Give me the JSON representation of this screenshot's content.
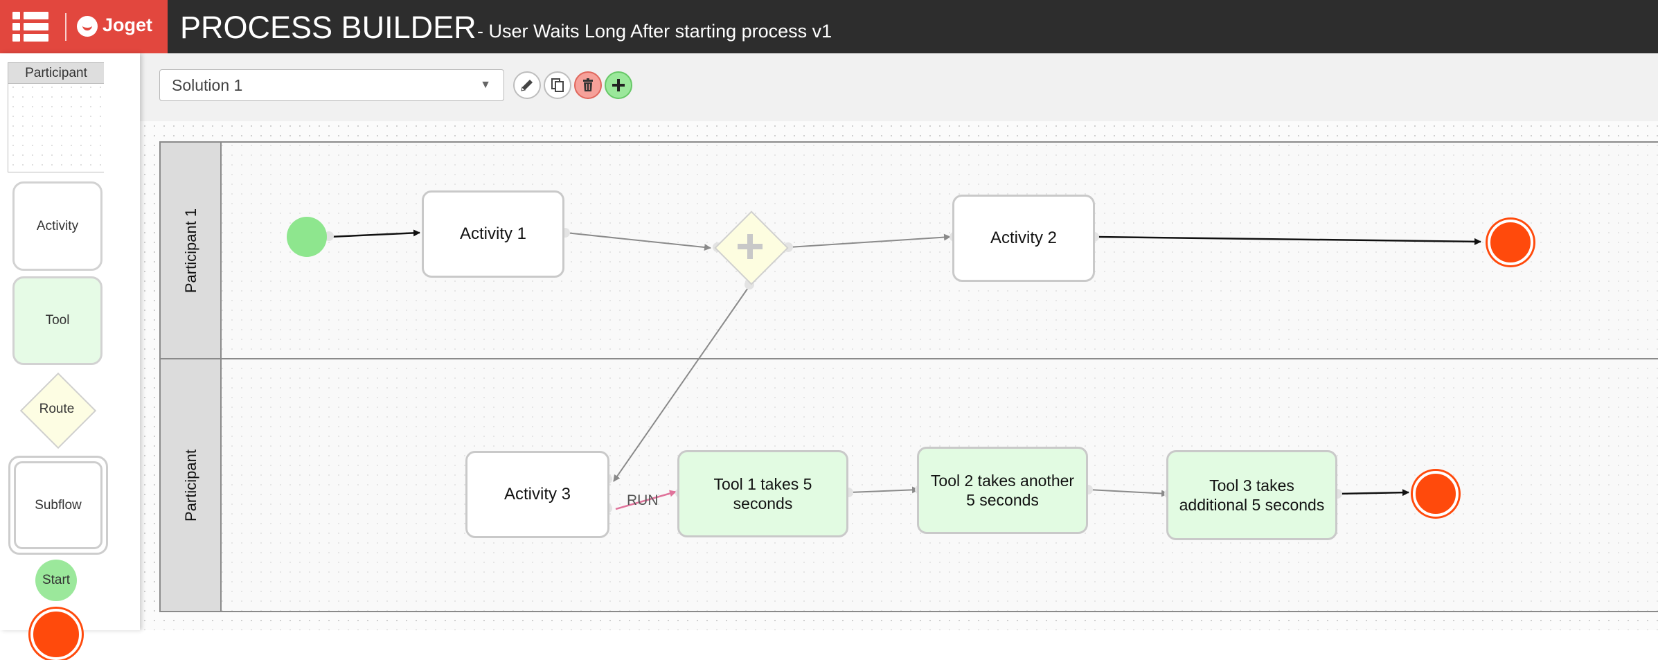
{
  "header": {
    "logo_text": "Joget",
    "app_title": "PROCESS BUILDER",
    "process_name": "- User Waits Long After starting process v1"
  },
  "palette": {
    "participant": "Participant",
    "activity": "Activity",
    "tool": "Tool",
    "route": "Route",
    "subflow": "Subflow",
    "start": "Start"
  },
  "toolbar": {
    "solution_selected": "Solution 1",
    "edit_icon": "pencil-icon",
    "copy_icon": "copy-icon",
    "delete_icon": "trash-icon",
    "add_icon": "plus-icon"
  },
  "lanes": [
    "Participant 1",
    "Participant"
  ],
  "nodes": {
    "activity1": "Activity 1",
    "activity2": "Activity 2",
    "activity3": "Activity 3",
    "tool1": "Tool 1 takes 5 seconds",
    "tool2": "Tool 2 takes another 5 seconds",
    "tool3": "Tool 3 takes additional 5 seconds"
  },
  "transition_label": "RUN",
  "colors": {
    "brand_red": "#e2473e",
    "header_dark": "#2d2d2d",
    "start_green": "#8ee68e",
    "end_orange": "#ff4a0c",
    "tool_green": "#e2fbe2",
    "route_yellow": "#fdfde0",
    "run_arrow": "#e0739b"
  }
}
